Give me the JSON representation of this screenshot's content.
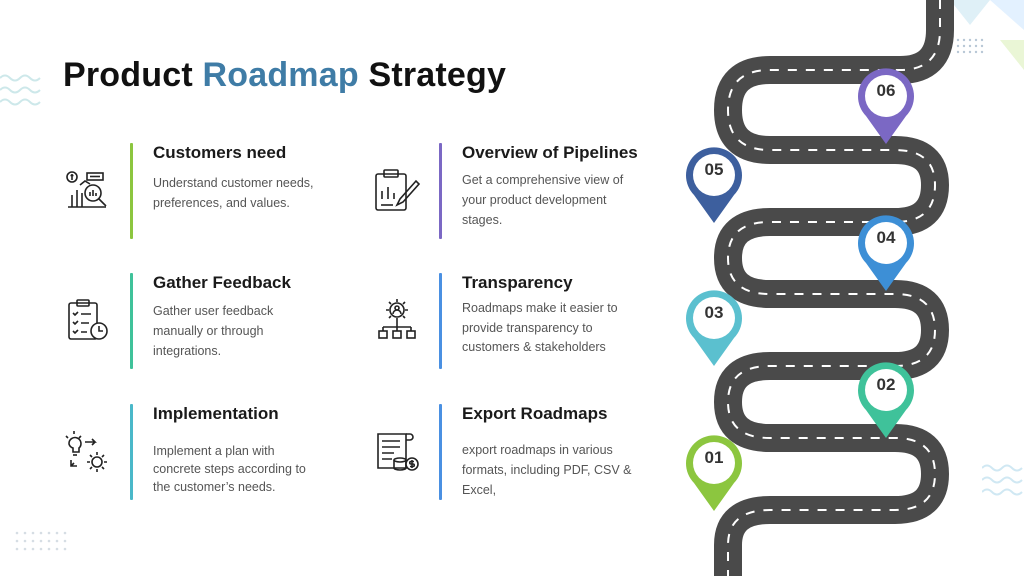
{
  "title": {
    "part1": "Product ",
    "part2": "Roadmap",
    "part3": " Strategy"
  },
  "items": [
    {
      "title": "Customers need",
      "desc": "Understand customer needs, preferences, and values.",
      "color": "#8cc63f",
      "icon": "customer-analytics-icon"
    },
    {
      "title": "Gather Feedback",
      "desc": "Gather user feedback manually or through integrations.",
      "color": "#3fc29a",
      "icon": "checklist-clock-icon"
    },
    {
      "title": "Implementation",
      "desc": "Implement a plan with concrete steps according to the customer’s needs.",
      "color": "#4ab8c9",
      "icon": "idea-gear-icon"
    },
    {
      "title": "Overview of Pipelines",
      "desc": "Get a comprehensive view of your product development stages.",
      "color": "#7b68c4",
      "icon": "clipboard-chart-icon"
    },
    {
      "title": "Transparency",
      "desc": "Roadmaps make it easier to provide transparency to customers & stakeholders",
      "color": "#4a90e2",
      "icon": "gear-network-icon"
    },
    {
      "title": "Export Roadmaps",
      "desc": "export roadmaps in various formats, including PDF, CSV & Excel,",
      "color": "#4a90e2",
      "icon": "document-dollar-icon"
    }
  ],
  "pins": [
    {
      "label": "01",
      "color": "#8cc63f"
    },
    {
      "label": "02",
      "color": "#3fc29a"
    },
    {
      "label": "03",
      "color": "#5bc0cf"
    },
    {
      "label": "04",
      "color": "#3d8fd6"
    },
    {
      "label": "05",
      "color": "#3d5f9e"
    },
    {
      "label": "06",
      "color": "#7b68c4"
    }
  ],
  "road_color": "#4a4a4a"
}
